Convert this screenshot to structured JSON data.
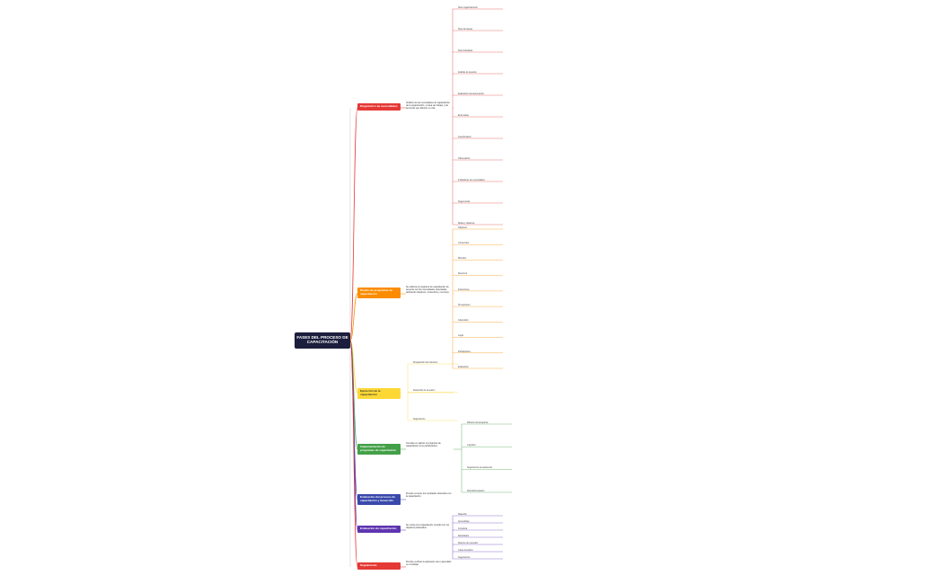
{
  "root": {
    "title": "FASES DEL PROCESO DE CAPACITACIÓN",
    "color": "#1b1e3c"
  },
  "branches": [
    {
      "label": "Diagnóstico de necesidades",
      "color": "#e53935",
      "description": "Análisis de las necesidades de capacitación de la organización, el área de trabajo y las personas que laboran en ella.",
      "nodes": [
        "Nivel organizacional",
        "Nivel de tareas",
        "Nivel individual",
        "Análisis de puestos",
        "Evaluación del desempeño",
        "Entrevistas",
        "Cuestionarios",
        "Observación",
        "Indicadores de necesidades",
        "Sugerencias",
        "Metas y objetivos"
      ]
    },
    {
      "label": "Diseño de programas de capacitación",
      "color": "#fb8c00",
      "description": "Se elabora el programa de capacitación de acuerdo con las necesidades detectadas, definiendo objetivos, contenidos y recursos.",
      "nodes": [
        "Objetivos",
        "Contenidos",
        "Métodos",
        "Recursos",
        "Instructores",
        "Presupuesto",
        "Calendario",
        "Lugar",
        "Participantes",
        "Evaluación"
      ]
    },
    {
      "label": "Ejecución de la capacitación",
      "color": "#fdd835",
      "description": "",
      "nodes": [
        "Preparación del instructor",
        "Desarrollo de la sesión",
        "Seguimiento"
      ]
    },
    {
      "label": "Implementación de programas de capacitación",
      "color": "#43a047",
      "description": "Consiste en aplicar el programa de capacitación a los participantes.",
      "nodes": [
        "Difusión del programa",
        "Logística",
        "Seguimiento de asistencia",
        "Retroalimentación"
      ]
    },
    {
      "label": "Evaluación del proceso de capacitación y desarrollo",
      "color": "#3949ab",
      "description": "Permite conocer los resultados obtenidos con la capacitación.",
      "nodes": []
    },
    {
      "label": "Evaluación de capacitación",
      "color": "#5e35b1",
      "description": "Se revisa si la capacitación cumplió con los objetivos planteados.",
      "nodes": [
        "Reacción",
        "Aprendizaje",
        "Conducta",
        "Resultados",
        "Retorno de inversión",
        "Costo-beneficio",
        "Seguimiento"
      ]
    },
    {
      "label": "Seguimiento",
      "color": "#e53935",
      "description": "Permite verificar la aplicación de lo aprendido en el trabajo.",
      "nodes": []
    }
  ]
}
